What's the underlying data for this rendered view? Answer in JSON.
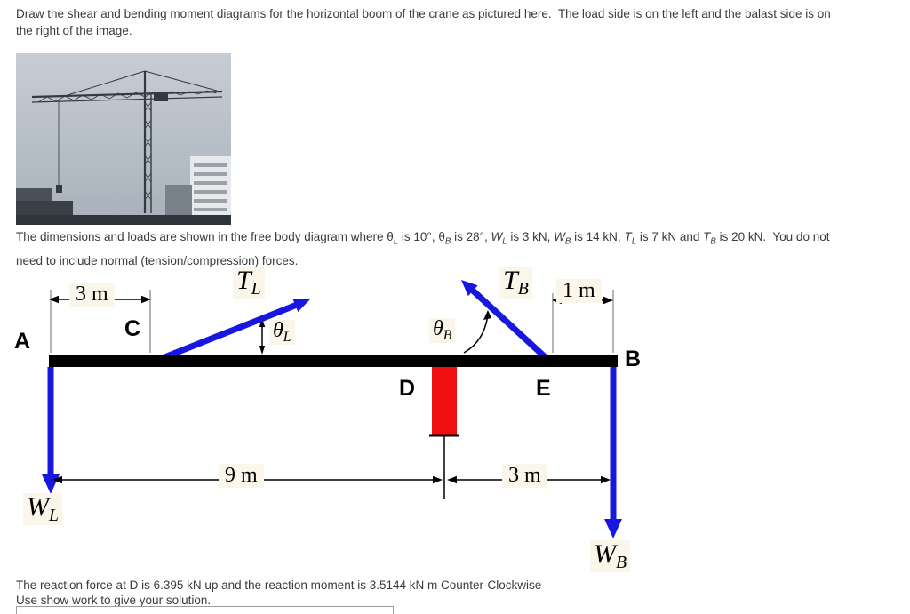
{
  "colors": {
    "arrow": "#1717e0",
    "support": "#ee1010",
    "beam": "#000000"
  },
  "intro": "Draw the shear and bending moment diagrams for the horizontal boom of the crane as pictured here.  The load side is on the left and the balast side is on the right of the image.",
  "fbd_description": [
    {
      "t": "The dimensions and loads are shown in the free body diagram where θ"
    },
    {
      "t": "L",
      "sub": true,
      "it": true
    },
    {
      "t": " is 10°, θ"
    },
    {
      "t": "B",
      "sub": true,
      "it": true
    },
    {
      "t": " is 28°, "
    },
    {
      "t": "W",
      "it": true
    },
    {
      "t": "L",
      "sub": true,
      "it": true
    },
    {
      "t": " is 3 kN, "
    },
    {
      "t": "W",
      "it": true
    },
    {
      "t": "B",
      "sub": true,
      "it": true
    },
    {
      "t": " is 14 kN, "
    },
    {
      "t": "T",
      "it": true
    },
    {
      "t": "L",
      "sub": true,
      "it": true
    },
    {
      "t": " is 7 kN and "
    },
    {
      "t": "T",
      "it": true
    },
    {
      "t": "B",
      "sub": true,
      "it": true
    },
    {
      "t": " is 20 kN.  You do not need to include normal (tension/compression) forces."
    }
  ],
  "diagram": {
    "points": {
      "A": "A",
      "B": "B",
      "C": "C",
      "D": "D",
      "E": "E"
    },
    "dims": {
      "top_left": "3 m",
      "top_right": "1 m",
      "bottom_left": "9 m",
      "bottom_right": "3 m"
    },
    "forces": {
      "TL": {
        "main": "T",
        "sub": "L"
      },
      "TB": {
        "main": "T",
        "sub": "B"
      },
      "thetaL": {
        "main": "θ",
        "sub": "L"
      },
      "thetaB": {
        "main": "θ",
        "sub": "B"
      },
      "WL": {
        "main": "W",
        "sub": "L"
      },
      "WB": {
        "main": "W",
        "sub": "B"
      }
    }
  },
  "result_line1": "The reaction force at D is 6.395 kN up and the reaction moment is 3.5144 kN m Counter-Clockwise",
  "result_line2": "Use show work to give your solution."
}
